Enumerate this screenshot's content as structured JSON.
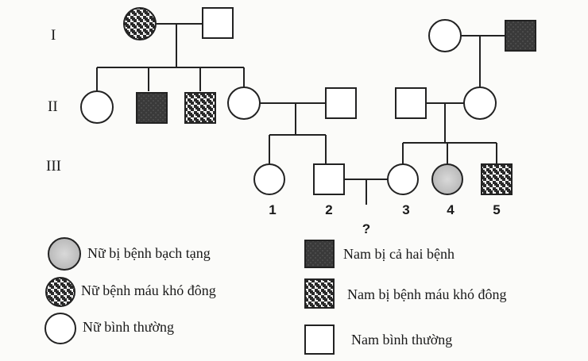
{
  "generations": {
    "g1": "I",
    "g2": "II",
    "g3": "III"
  },
  "numbers": {
    "n1": "1",
    "n2": "2",
    "n3": "3",
    "n4": "4",
    "n5": "5"
  },
  "unknown_child": "?",
  "legend": {
    "albino_female": "Nữ bị bệnh bạch tạng",
    "hemophilia_female": "Nữ bệnh máu khó đông",
    "normal_female": "Nữ bình thường",
    "both_male": "Nam bị cả hai bệnh",
    "hemophilia_male": "Nam bị bệnh máu khó đông",
    "normal_male": "Nam bình thường"
  },
  "colors": {
    "albino": "#c4c4c4",
    "both_disease": "#3a3a3a",
    "hemophilia_pattern_dark": "#2a2a2a",
    "hemophilia_pattern_light": "#f2f2f2",
    "normal": "#ffffff"
  }
}
